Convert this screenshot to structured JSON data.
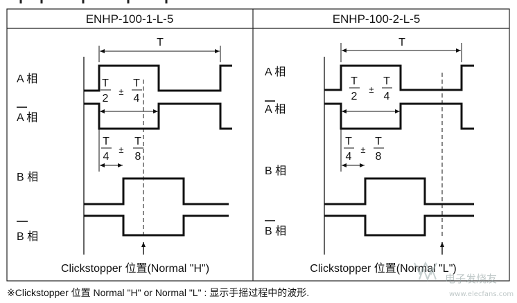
{
  "panels": [
    {
      "model": "ENHP-100-1-L-5",
      "period_label": "T",
      "signal_labels": [
        "A 相",
        "A 相",
        "B 相",
        "B 相"
      ],
      "phase_tolerance": {
        "num": "T",
        "den": "2",
        "op": "±",
        "tol_num": "T",
        "tol_den": "4"
      },
      "offset_tolerance": {
        "num": "T",
        "den": "4",
        "op": "±",
        "tol_num": "T",
        "tol_den": "8"
      },
      "caption": "Clickstopper 位置(Normal \"H\")"
    },
    {
      "model": "ENHP-100-2-L-5",
      "period_label": "T",
      "signal_labels": [
        "A 相",
        "A 相",
        "B 相",
        "B 相"
      ],
      "phase_tolerance": {
        "num": "T",
        "den": "2",
        "op": "±",
        "tol_num": "T",
        "tol_den": "4"
      },
      "offset_tolerance": {
        "num": "T",
        "den": "4",
        "op": "±",
        "tol_num": "T",
        "tol_den": "8"
      },
      "caption": "Clickstopper 位置(Normal \"L\")"
    }
  ],
  "footnote": "※Clickstopper 位置 Normal \"H\" or Normal \"L\" : 显示手摇过程中的波形.",
  "watermark": "电子发烧友 www.elecfans.com"
}
